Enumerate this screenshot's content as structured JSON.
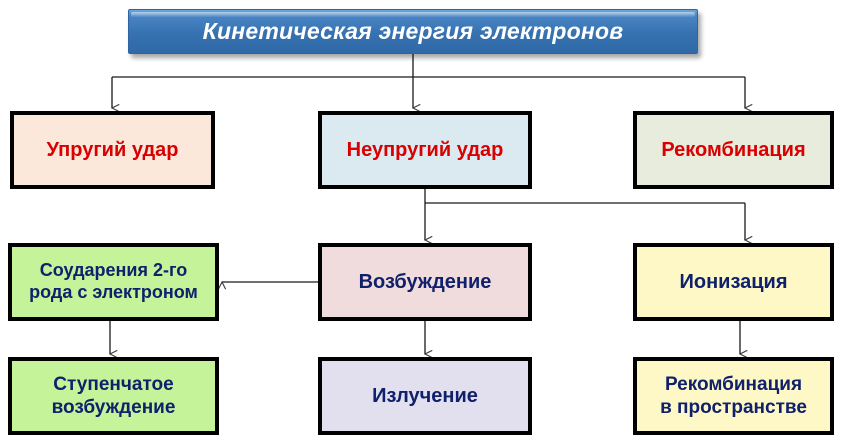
{
  "diagram": {
    "title": "Кинетическая энергия электронов",
    "title_colors": {
      "fill_top": "#6ea7dd",
      "fill_bottom": "#2f69a8",
      "text": "#ffffff"
    },
    "nodes": {
      "elastic": {
        "label": "Упругий удар",
        "text_color": "#d80000",
        "fill": "#fce8da"
      },
      "inelastic": {
        "label": "Неупругий удар",
        "text_color": "#d80000",
        "fill": "#dbeaf0"
      },
      "recombination": {
        "label": "Рекомбинация",
        "text_color": "#d80000",
        "fill": "#e8ecdd"
      },
      "collision_second_kind": {
        "label": "Соударения 2-го\nрода с электроном",
        "text_color": "#10206b",
        "fill": "#c4f39a"
      },
      "excitation": {
        "label": "Возбуждение",
        "text_color": "#10206b",
        "fill": "#f0dcdc"
      },
      "ionization": {
        "label": "Ионизация",
        "text_color": "#10206b",
        "fill": "#fdf8c6"
      },
      "stepwise_excitation": {
        "label": "Ступенчатое\nвозбуждение",
        "text_color": "#10206b",
        "fill": "#c4f39a"
      },
      "radiation": {
        "label": "Излучение",
        "text_color": "#10206b",
        "fill": "#e2dfee"
      },
      "space_recombination": {
        "label": "Рекомбинация\nв пространстве",
        "text_color": "#10206b",
        "fill": "#fdf8c6"
      }
    },
    "connectors": [
      {
        "from": "title",
        "to": "elastic"
      },
      {
        "from": "title",
        "to": "inelastic"
      },
      {
        "from": "title",
        "to": "recombination"
      },
      {
        "from": "inelastic",
        "to": "excitation"
      },
      {
        "from": "inelastic",
        "to": "ionization"
      },
      {
        "from": "excitation",
        "to": "collision_second_kind"
      },
      {
        "from": "collision_second_kind",
        "to": "stepwise_excitation"
      },
      {
        "from": "excitation",
        "to": "radiation"
      },
      {
        "from": "ionization",
        "to": "space_recombination"
      }
    ]
  }
}
